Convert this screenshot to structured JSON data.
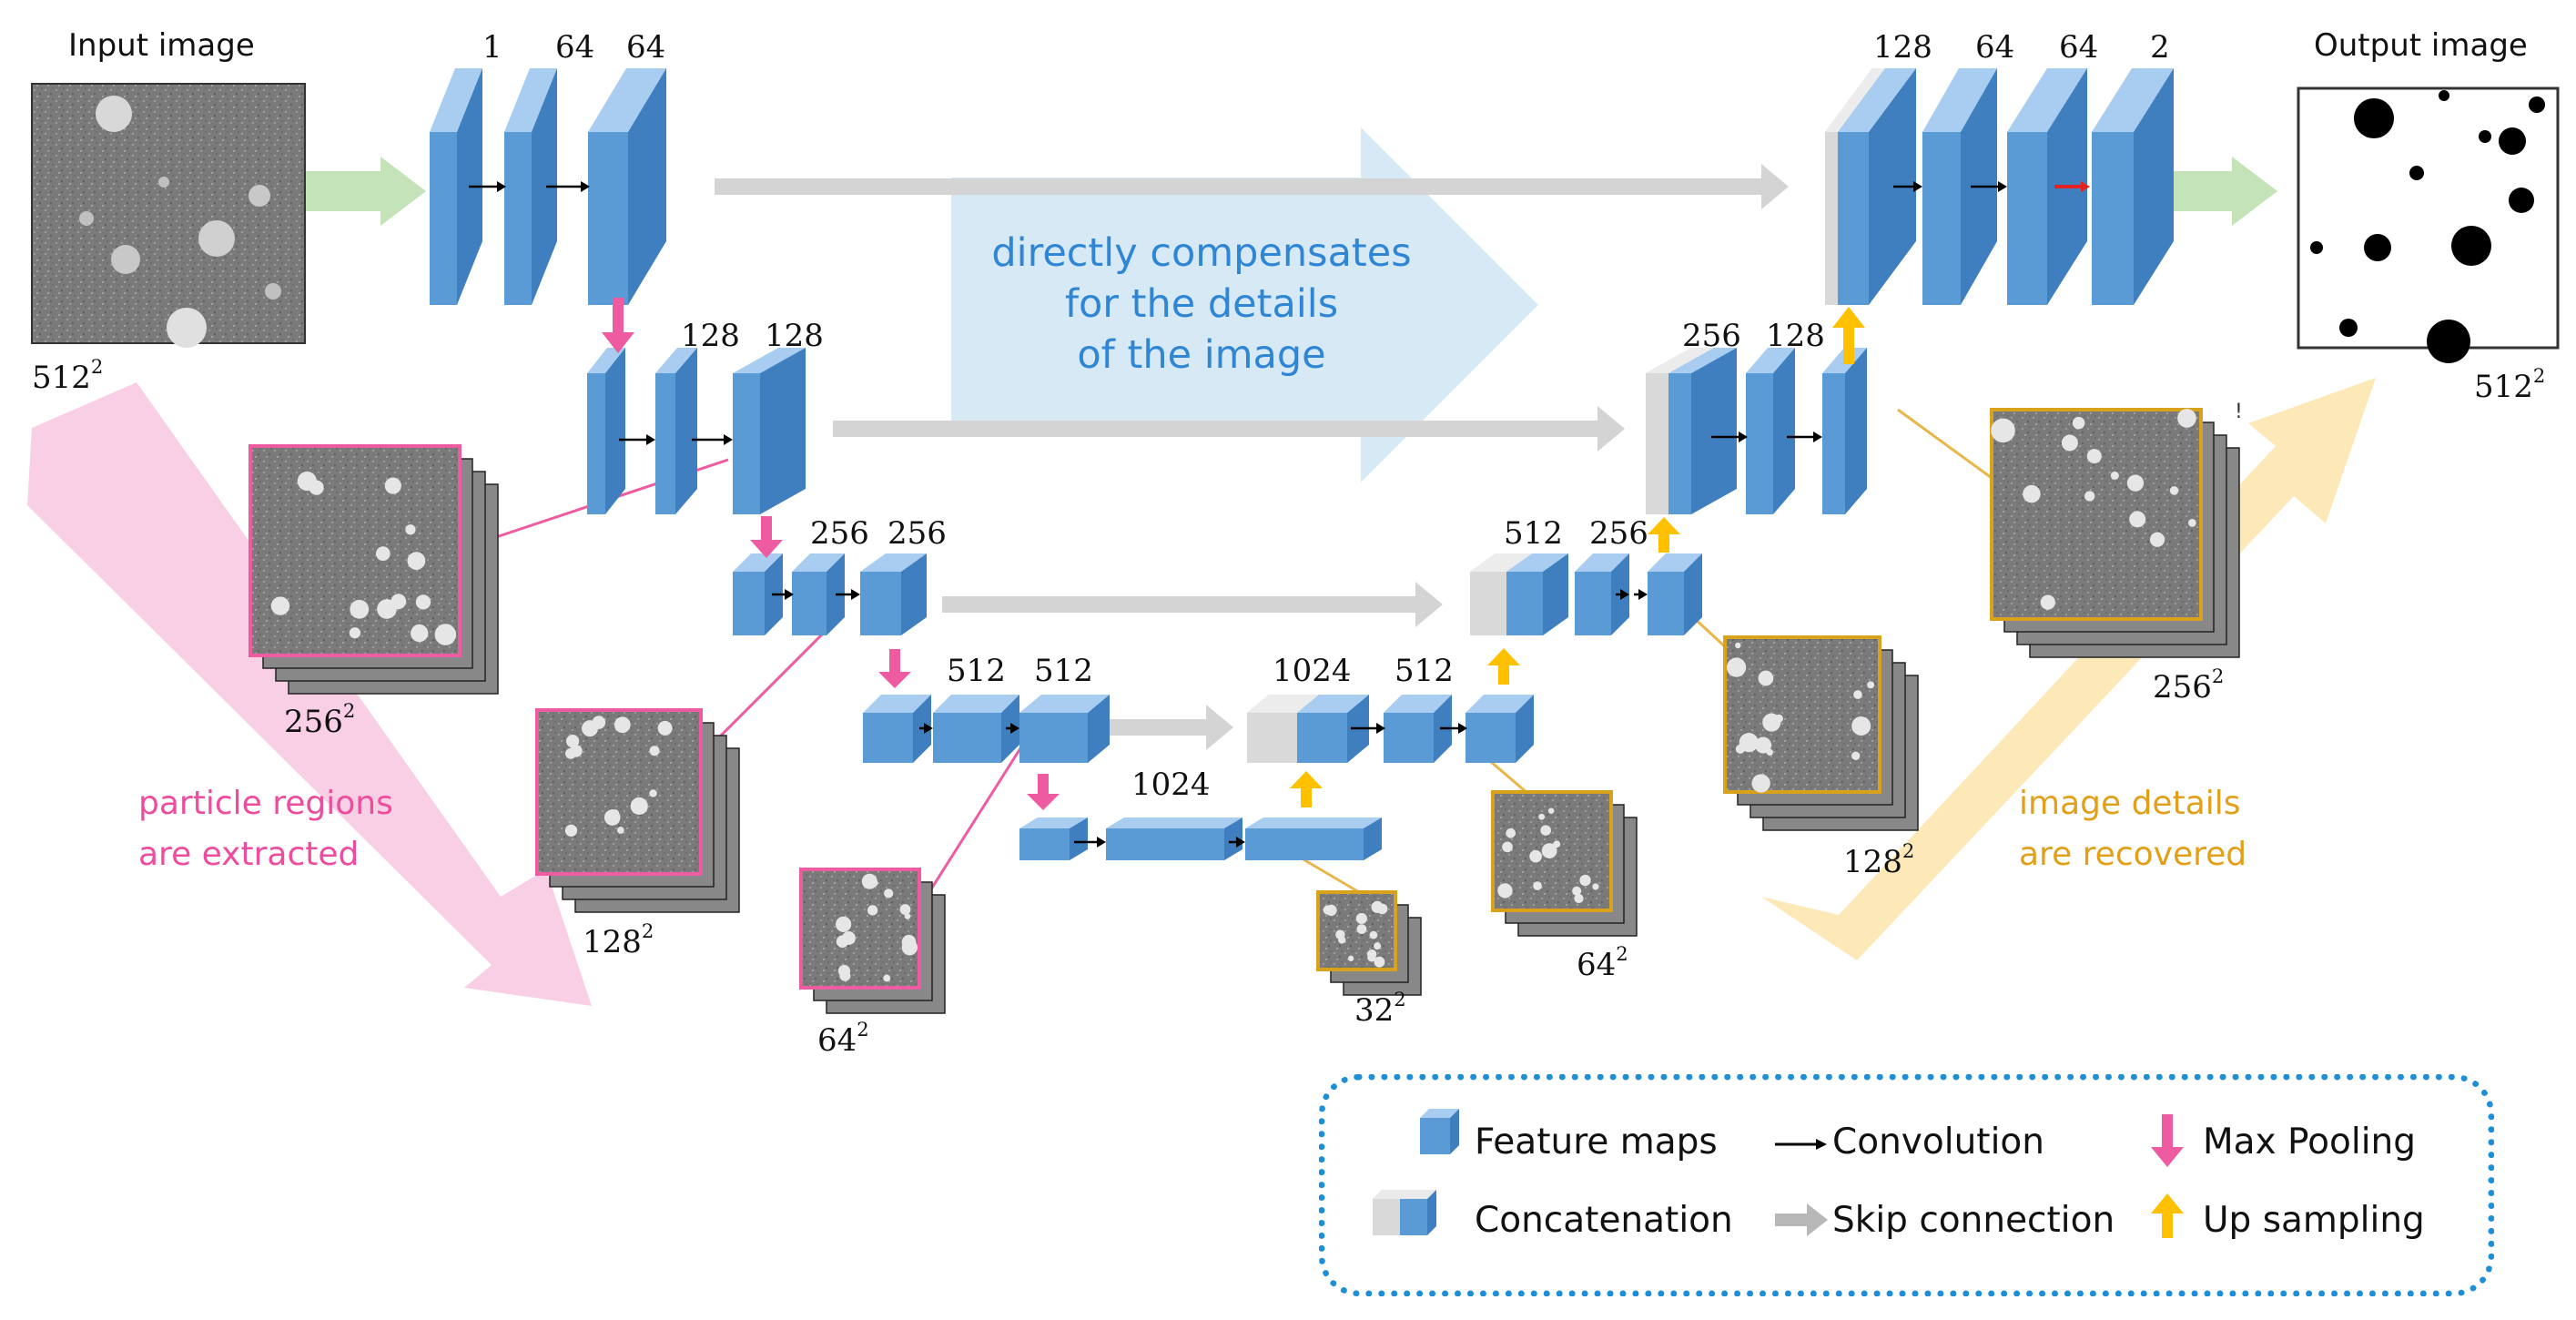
{
  "labels": {
    "input_image": "Input image",
    "output_image": "Output image",
    "enc1_ch": [
      "1",
      "64",
      "64"
    ],
    "enc2_ch": [
      "128",
      "128"
    ],
    "enc3_ch": [
      "256",
      "256"
    ],
    "enc4_ch": [
      "512",
      "512"
    ],
    "bottleneck_ch": "1024",
    "dec4_ch": [
      "1024",
      "512"
    ],
    "dec3_ch": [
      "512",
      "256"
    ],
    "dec2_ch": [
      "256",
      "128"
    ],
    "dec1_ch": [
      "128",
      "64",
      "64",
      "2"
    ]
  },
  "sizes": {
    "s512": "512",
    "s256": "256",
    "s128": "128",
    "s64": "64",
    "s32": "32",
    "sq": "2"
  },
  "annotations": {
    "skip_line1": "directly compensates",
    "skip_line2": "for the details",
    "skip_line3": "of the image",
    "pink_line1": "particle regions",
    "pink_line2": "are extracted",
    "orange_line1": "image details",
    "orange_line2": "are recovered",
    "stray_mark": "!"
  },
  "legend": {
    "feature_maps": "Feature maps",
    "concatenation": "Concatenation",
    "convolution": "Convolution",
    "skip_connection": "Skip connection",
    "max_pooling": "Max Pooling",
    "up_sampling": "Up sampling"
  },
  "colors": {
    "feature_blue": "#5b9bd5",
    "concat_gray": "#d9d9d9",
    "pool_pink": "#ef5ba1",
    "upsample_orange": "#ffc000",
    "skip_gray": "#d0d0d0",
    "text_blue": "#2f86d4",
    "legend_border": "#1e8fd6"
  }
}
